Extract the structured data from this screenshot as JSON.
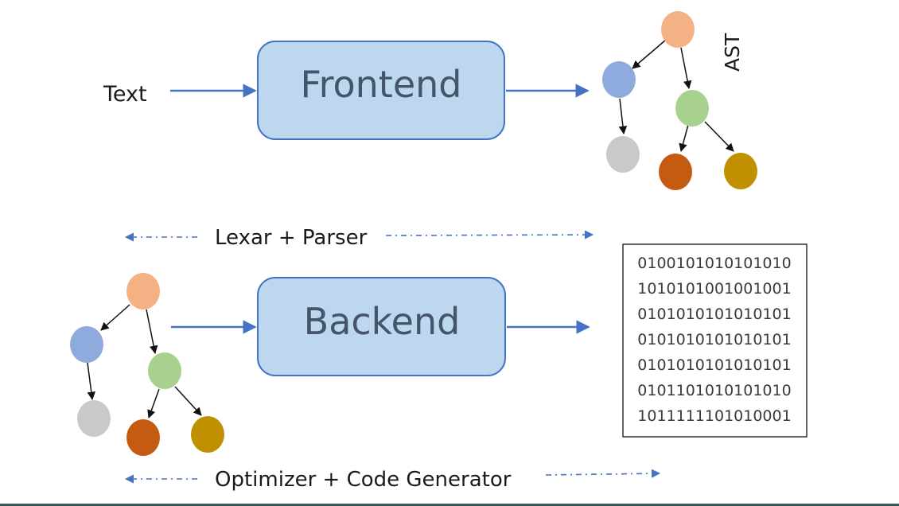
{
  "input_label": "Text",
  "frontend_label": "Frontend",
  "backend_label": "Backend",
  "ast_label": "AST",
  "frontend_stage_label": "Lexar + Parser",
  "backend_stage_label": "Optimizer + Code Generator",
  "binary_lines": [
    "0100101010101010",
    "1010101001001001",
    "0101010101010101",
    "0101010101010101",
    "0101010101010101",
    "0101101010101010",
    "1011111101010001"
  ],
  "colors": {
    "box_fill": "#bdd7ee",
    "box_stroke": "#4472c4",
    "arrow": "#4472c4",
    "node_root": "#f4b183",
    "node_left": "#8faadc",
    "node_right": "#a9d18e",
    "node_leaf_gray": "#c9c9c9",
    "node_leaf_orange": "#c55a11",
    "node_leaf_gold": "#bf9000"
  }
}
